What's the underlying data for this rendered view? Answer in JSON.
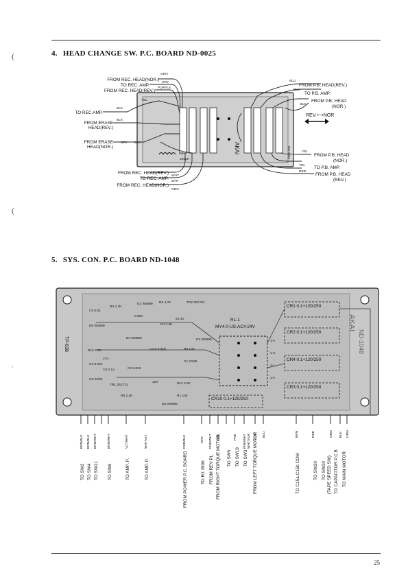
{
  "page_number": "25",
  "section4": {
    "number": "4.",
    "title": "HEAD CHANGE SW. P.C. BOARD ND-0025",
    "left_labels": [
      "FROM REC. HEAD(NOR.)",
      "TO REC. AMP.",
      "FROM REC. HEAD(REV.)",
      "TO REC.AMP.",
      "FROM ERASE",
      "HEAD(REV.)",
      "FROM ERASE",
      "HEAD(NOR.)"
    ],
    "bottom_labels": [
      "FROM REC. HEAD(REV.)",
      "TO REC. AMP.",
      "FROM REC. HEAD(NOR.)"
    ],
    "right_labels": [
      "FROM P.B. HEAD(REV.)",
      "TO P.B. AMP.",
      "FROM P.B. HEAD",
      "(NOR.)",
      "FROM P.B. HEAD",
      "(NOR.)",
      "TO P.B. AMP.",
      "FROM P.B. HEAD",
      "(REV.)"
    ],
    "rev_nor": "REV.⟷NOR",
    "wire_colors_top": [
      "GRN",
      "GRY",
      "PURPLE",
      "YEL",
      "BLK",
      "BLK"
    ],
    "wire_colors_right": [
      "BLU",
      "BLU",
      "BLK"
    ],
    "wire_colors_bottom": [
      "WHT",
      "WHT",
      "ORG"
    ],
    "wire_colors_rb": [
      "YEL",
      "YEL",
      "RED"
    ],
    "board_text": [
      "AKAI",
      "ND-0025",
      "L1",
      "220μH",
      "GRY",
      "BLK"
    ]
  },
  "section5": {
    "number": "5.",
    "title": "SYS. CON. P.C. BOARD ND-1048",
    "board_side": [
      "TP-638",
      "AKAI",
      "ND-1048"
    ],
    "relay": "RL-1",
    "relay_spec": "MY4-0-US-AC4-24V",
    "relay_pins": [
      "1-4",
      "1-3",
      "1-1",
      "1-2"
    ],
    "caps_right": [
      "CR1 0.1+120/250",
      "CR2 0.1+120/250",
      "CR4 0.1+120/250",
      "CR3 0.1+120/250"
    ],
    "cr10": "CR10 0.1+120/250",
    "components": [
      "C8 0.01",
      "R3 4.7K",
      "D6 W0599",
      "R12 4.7K",
      "D4 W0599",
      "C4 0.01(M)",
      "R8 10K",
      "C3 0.022",
      "C5 22/25",
      "TR1 25C711",
      "C2 0.022",
      "C6 0.1V",
      "R9 2.2K",
      "R1 100",
      "R14 2.2K",
      "C1 10/25",
      "TR2 25C711",
      "R5 4.7K",
      "R4 3.3K",
      "0.05V",
      "21.4V",
      "21V",
      "12V",
      "D5 W0599",
      "D3 W0599",
      "D1 W0599"
    ],
    "wire_colors": [
      "BRN/BLK",
      "BRN/BLK",
      "BRN/WHT",
      "BRN/WHT",
      "VLT/WHT",
      "WHT/VLT",
      "RED/BLK",
      "GRY",
      "PNK/WHT",
      "PNK",
      "PNK",
      "PNK/WHT",
      "WHT/YLW",
      "YLW",
      "BLU",
      "BRN",
      "RED",
      "GRN",
      "BLK",
      "GRN"
    ],
    "dest_labels": [
      "TO SW2",
      "TO SW4",
      "TO SW21",
      "TO SW6",
      "TO AMP. P.",
      "TO AMP. P.",
      "FROM POWER P.C. BOARD",
      "TO R3 390K",
      "FROM REV PL",
      "FROM RIGHT TORQUE MOTOR",
      "TO SW6",
      "TO SW19",
      "TO SW3",
      "FROM LEFT TORQUE MOTOR",
      "TO C15a,C15b COM",
      "TO SW20",
      "TO SW20",
      "(TAPE SPEED SW)",
      "TO CAPACITOR P.C.B",
      "TO MAIN MOTOR"
    ]
  }
}
